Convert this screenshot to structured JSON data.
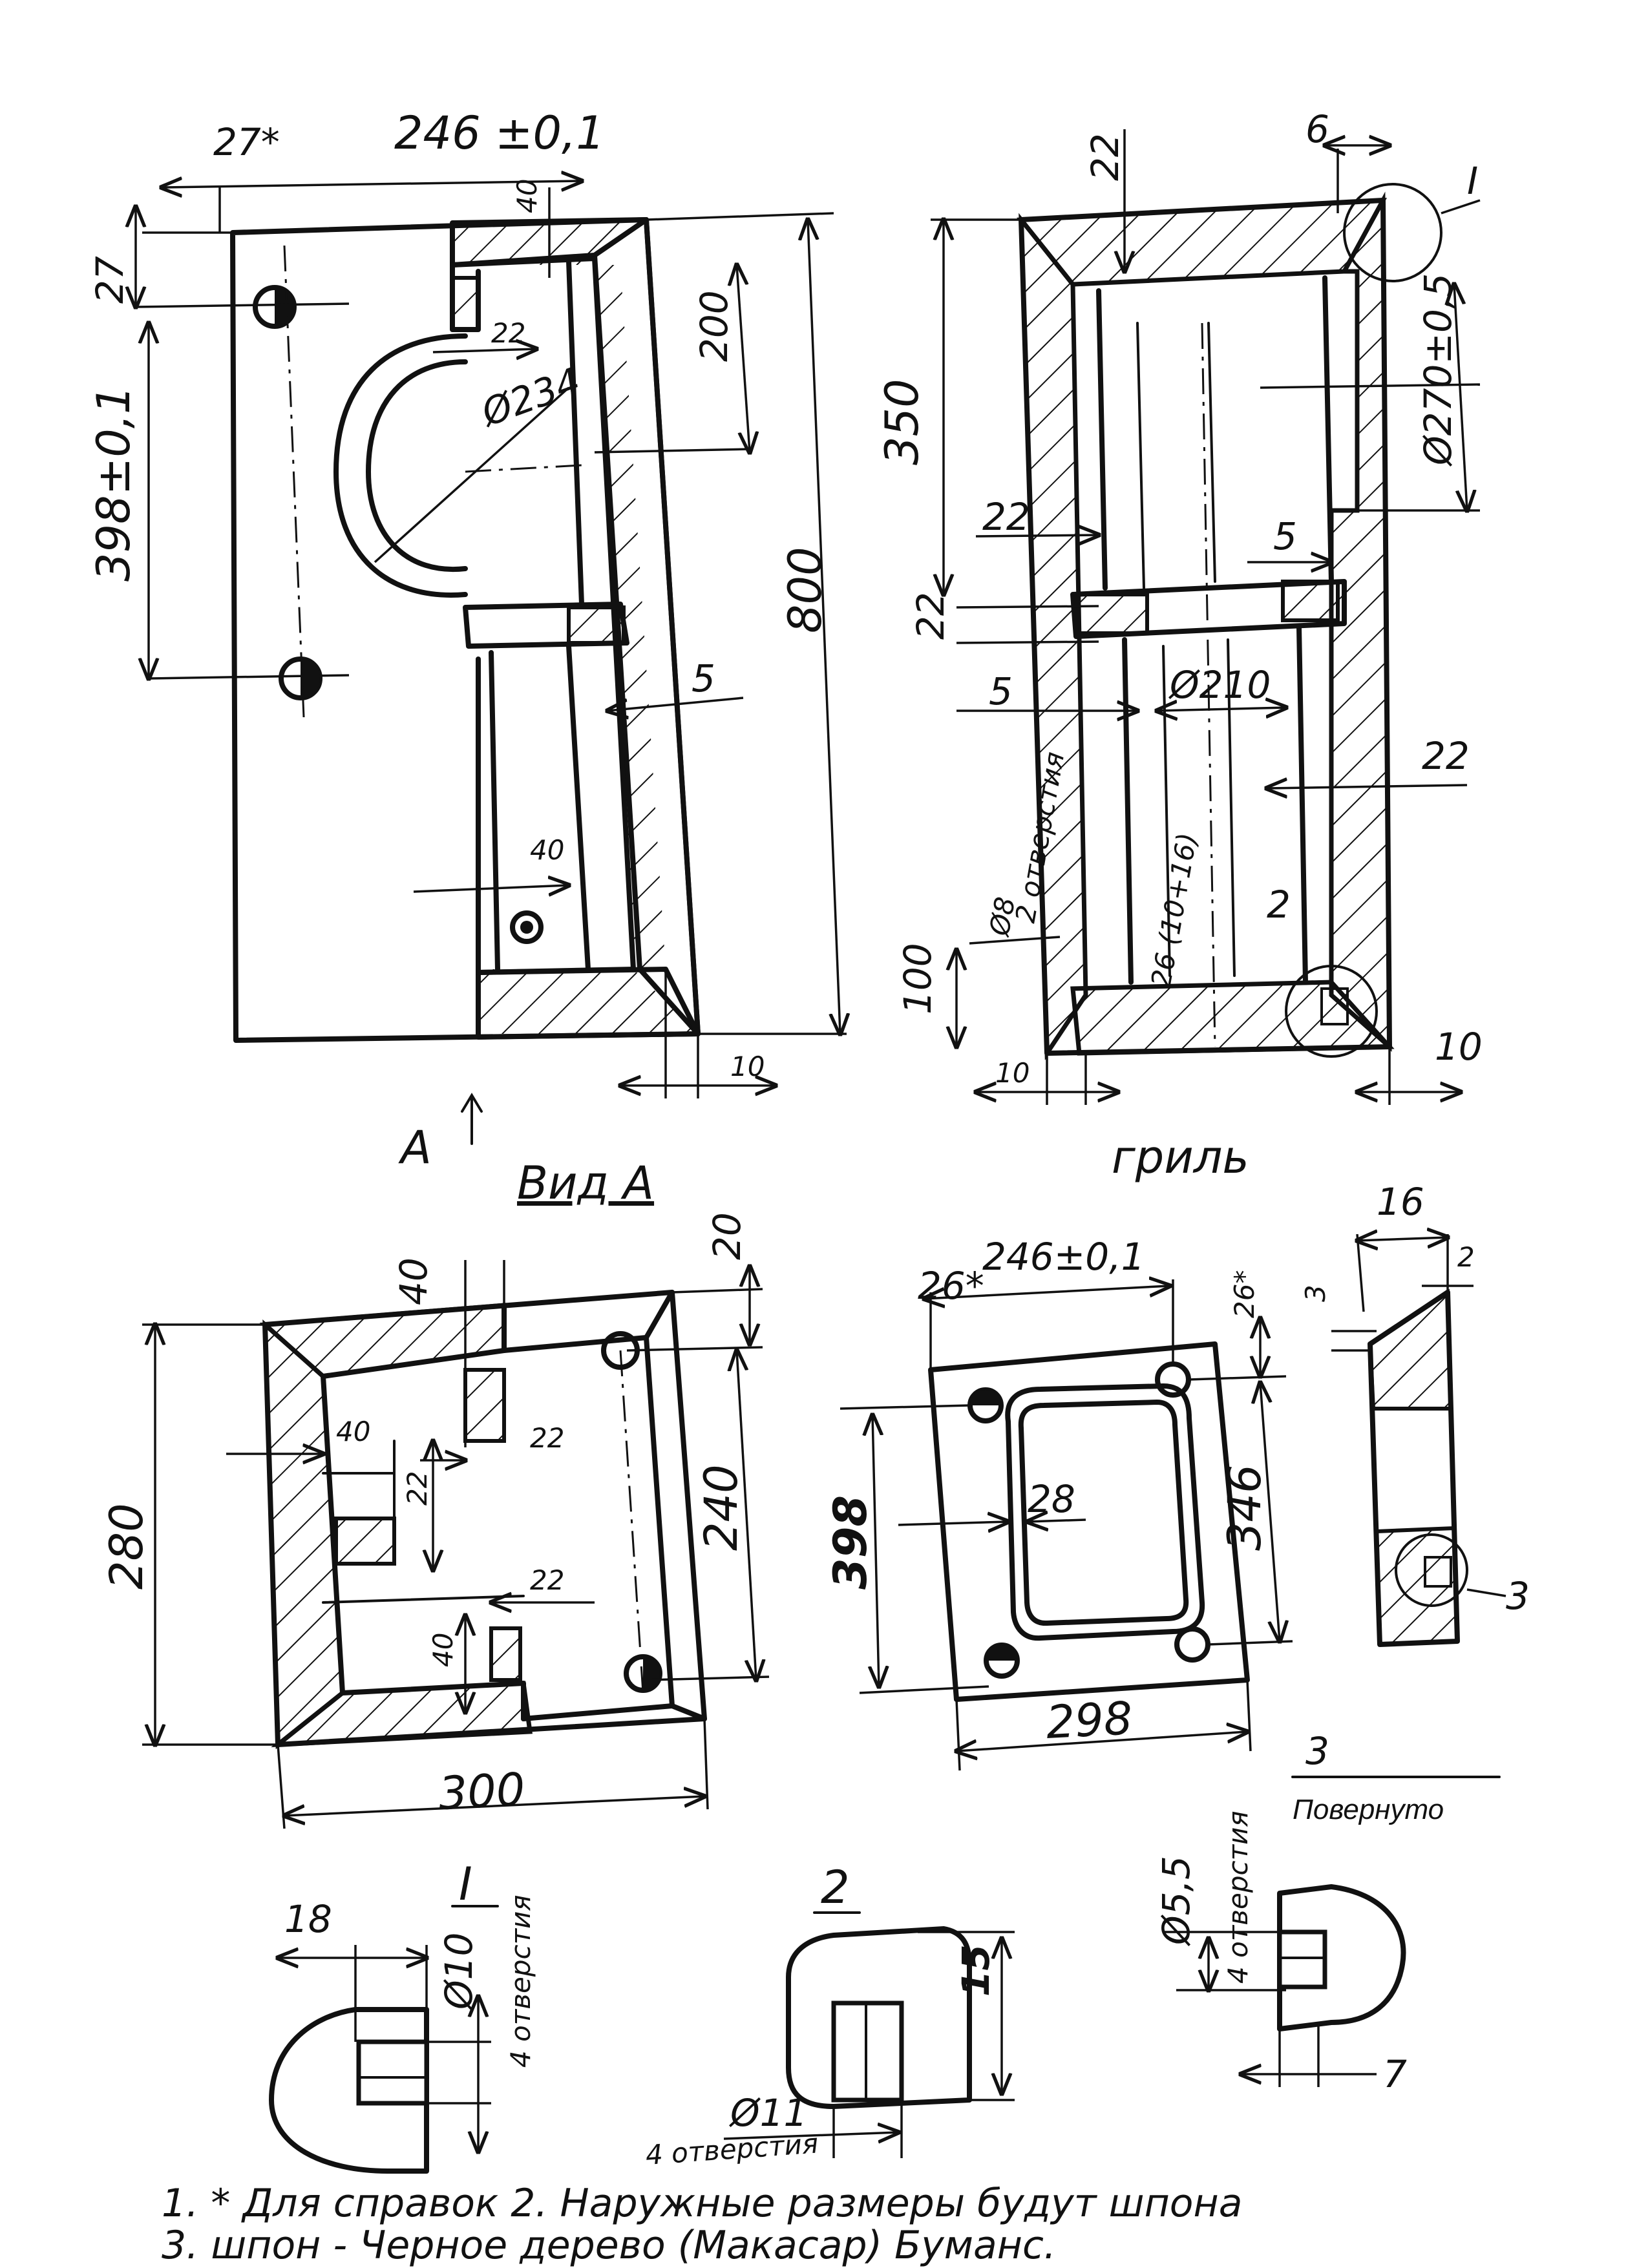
{
  "views": {
    "front": {
      "dims": {
        "top_left": "27*",
        "top_width": "246 ±0,1",
        "top_40": "40",
        "left_27": "27",
        "left_398": "398±0,1",
        "d234": "Ø234",
        "d22": "22",
        "h200": "200",
        "h800": "800",
        "s5": "5",
        "hole40": "40",
        "bottom10": "10"
      },
      "arrow_label": "A"
    },
    "section": {
      "dims": {
        "top22": "22",
        "top6": "6",
        "marker": "I",
        "d270": "Ø270±0,5",
        "h350": "350",
        "l22a": "22",
        "l22b": "22",
        "r5": "5",
        "l5": "5",
        "d210": "Ø210",
        "r22": "22",
        "holes_2": "2 отверстия",
        "d8": "Ø8",
        "d26": "26 (10+16)",
        "marker2": "2",
        "h100": "100",
        "b10l": "10",
        "b10r": "10"
      },
      "caption": "гриль"
    },
    "view_a": {
      "caption": "Вид А",
      "dims": {
        "top40": "40",
        "top20": "20",
        "i40": "40",
        "i22": "22",
        "i22b": "22",
        "i22c": "22",
        "i40b": "40",
        "h280": "280",
        "h240": "240",
        "w300": "300"
      }
    },
    "plate": {
      "dims": {
        "t26": "26*",
        "t246": "246±0,1",
        "r26": "26*",
        "i28": "28",
        "h398": "398",
        "h346": "346",
        "w298": "298"
      }
    },
    "profile": {
      "dims": {
        "w16": "16",
        "w2": "2",
        "h3": "3",
        "marker3": "3"
      }
    }
  },
  "details": {
    "rotated": {
      "number": "3",
      "label": "Повернуто",
      "dims": {
        "d55": "Ø5,5",
        "holes": "4 отверстия",
        "w7": "7"
      }
    },
    "detail1": {
      "number": "I",
      "dims": {
        "w18": "18",
        "d10": "Ø10",
        "holes": "4 отверстия"
      }
    },
    "detail2": {
      "number": "2",
      "dims": {
        "h15": "15",
        "d11": "Ø11",
        "holes": "4 отверстия"
      }
    }
  },
  "notes": [
    "1.   * Для справок      2. Наружные размеры будут шпона",
    "3.   шпон - Черное дерево (Макасар) Буманс."
  ]
}
